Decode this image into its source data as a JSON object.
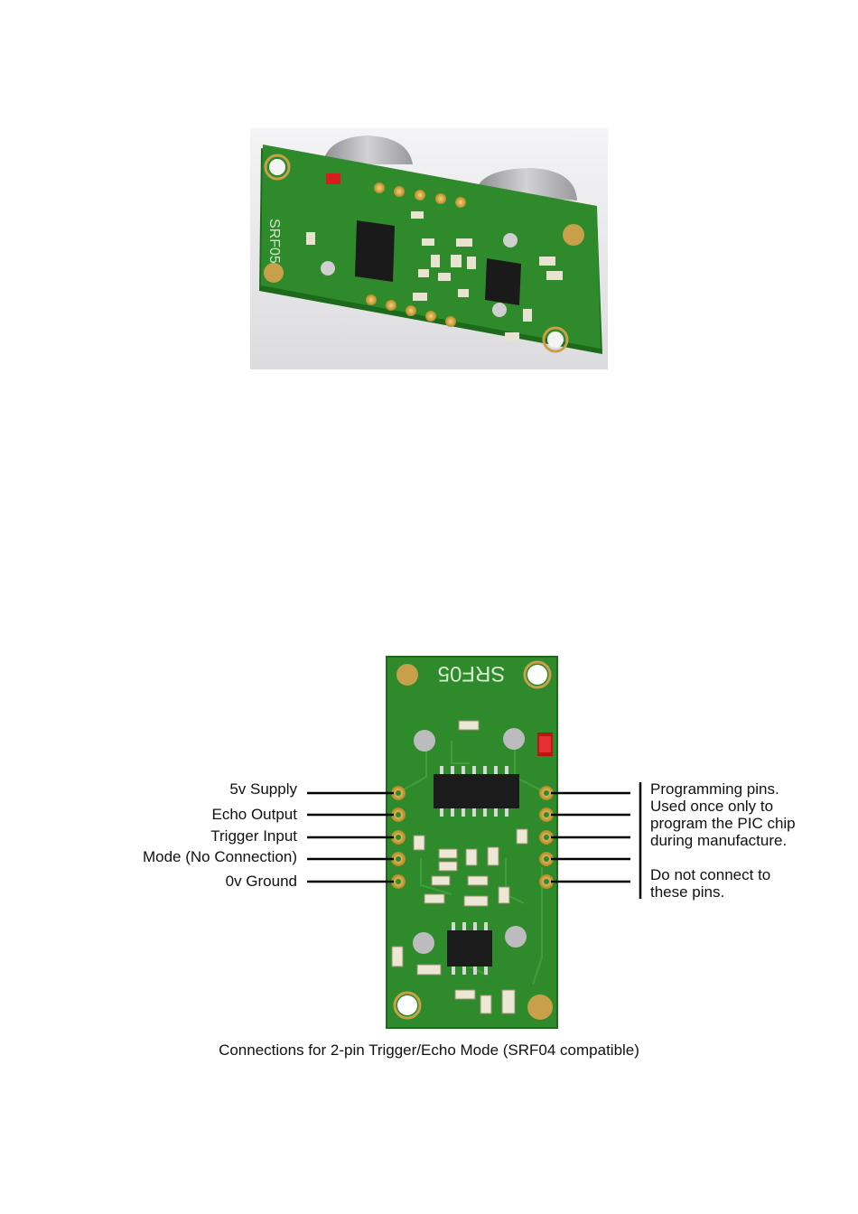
{
  "photo": {
    "board_silkscreen": "SRF05",
    "colors": {
      "pcb": "#2e8a2a",
      "pcb_edge": "#1d6a1c",
      "background": "#e9e9ea",
      "transducer": "#b5b5b8",
      "led": "#d81b1b"
    }
  },
  "diagram": {
    "board_silkscreen": "SRF05",
    "left_labels": [
      "5v Supply",
      "Echo Output",
      "Trigger Input",
      "Mode (No Connection)",
      "0v Ground"
    ],
    "right_labels": {
      "programming": [
        "Programming pins.",
        "Used once only to",
        "program the PIC chip",
        "during manufacture."
      ],
      "warning": [
        "Do not connect to",
        "these pins."
      ]
    },
    "caption": "Connections for 2-pin Trigger/Echo Mode (SRF04 compatible)"
  }
}
